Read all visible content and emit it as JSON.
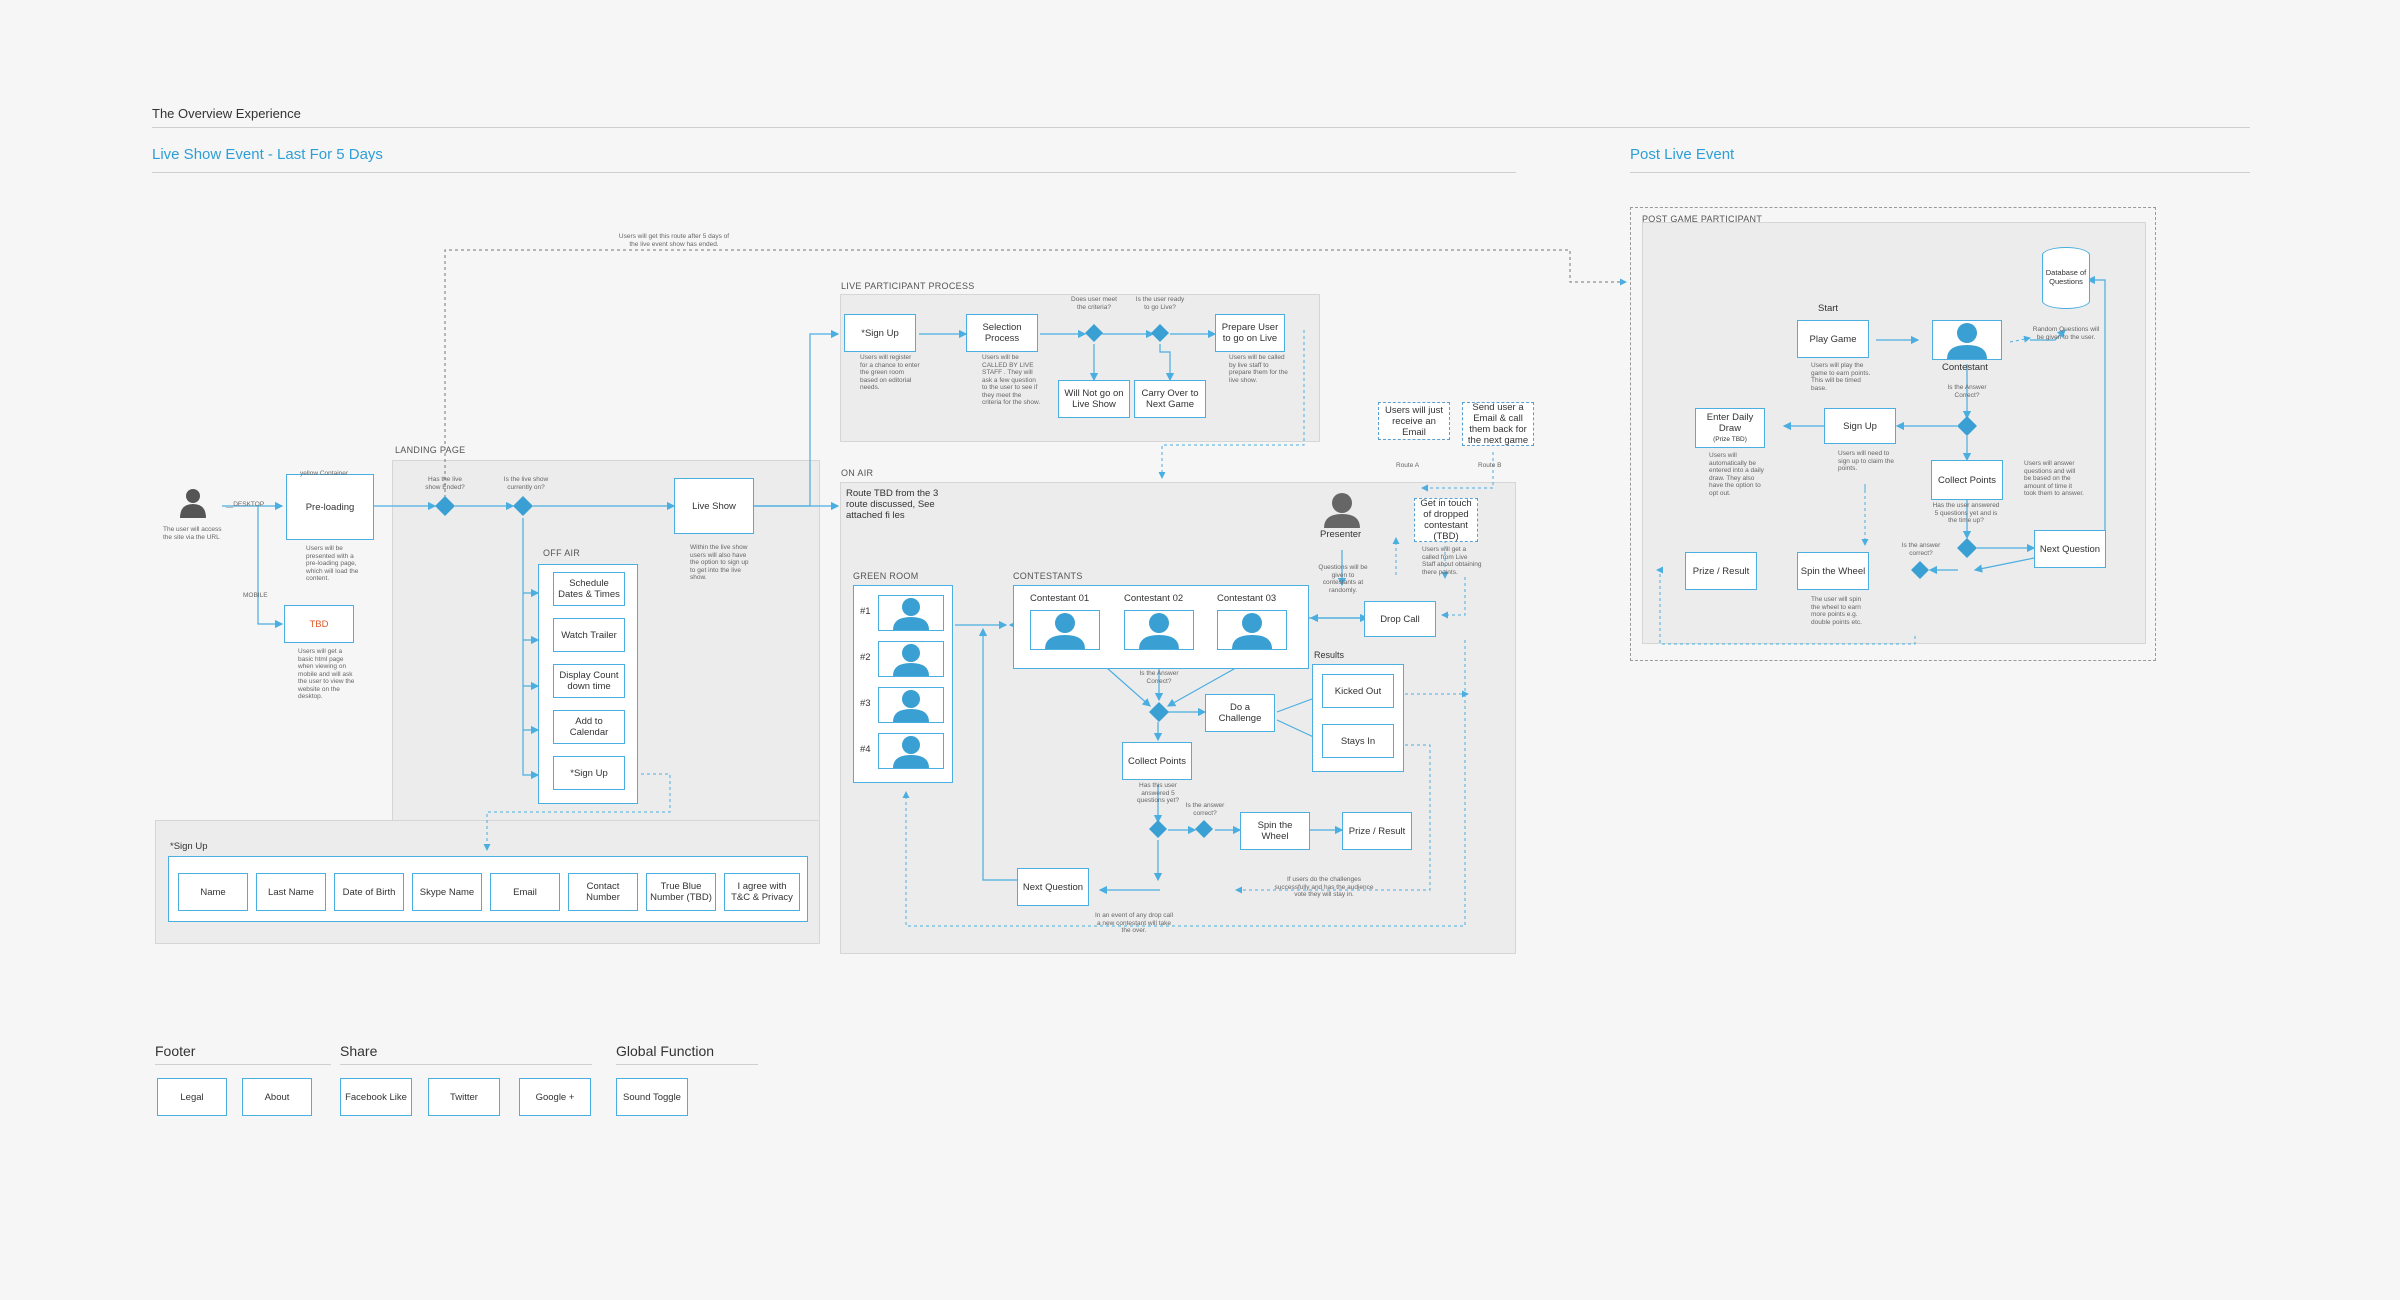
{
  "title": "The Overview Experience",
  "sections": {
    "live": "Live Show Event - Last For 5 Days",
    "post": "Post Live Event"
  },
  "panels": {
    "landing": "LANDING PAGE",
    "off_air": "OFF AIR",
    "live_participant": "LIVE PARTICIPANT PROCESS",
    "on_air": "ON AIR",
    "green_room": "GREEN ROOM",
    "contestants": "CONTESTANTS",
    "results": "Results",
    "signup": "*Sign Up",
    "post_game": "POST GAME PARTICIPANT"
  },
  "landing": {
    "route_note": "Users will get this route after 5 days of the live event show has ended.",
    "desktop": "__DESKTOP",
    "mobile": "MOBILE",
    "user_note": "The user will access the site via the URL",
    "preloading": "Pre-loading",
    "preloading_tag": "yellow Container",
    "preloading_note": "Users will be presented with a pre-loading page, which will load the content.",
    "tbd": "TBD",
    "tbd_note": "Users will get a basic html page when viewing on mobile and will ask the user to view the website on the desktop.",
    "q_ended": "Has the live show Ended?",
    "q_on": "Is the live show currently on?",
    "live_show": "Live Show",
    "live_show_note": "Within the live show users will also have the option to sign up to get into the live show.",
    "off_air": [
      "Schedule Dates & Times",
      "Watch Trailer",
      "Display Count down time",
      "Add to Calendar",
      "*Sign Up"
    ]
  },
  "signup_fields": [
    "Name",
    "Last Name",
    "Date of Birth",
    "Skype Name",
    "Email",
    "Contact Number",
    "True Blue Number (TBD)",
    "I agree with T&C & Privacy"
  ],
  "participant": {
    "signup": "*Sign Up",
    "signup_note": "Users will register for a chance to enter the green room based on editorial needs.",
    "selection": "Selection Process",
    "selection_note": "Users will be CALLED BY LIVE STAFF . They will ask a few question to the user to see if they meet the criteria for the show.",
    "q_criteria": "Does user meet the criteria?",
    "q_ready": "Is the user ready to go Live?",
    "prepare": "Prepare User to go on Live",
    "prepare_note": "Users will be called by live staff to prepare them for the live show.",
    "will_not": "Will Not go on Live Show",
    "carry": "Carry Over to Next Game"
  },
  "on_air": {
    "route_text": "Route TBD from the 3 route discussed, See attached fi les",
    "route_a": "Users will just receive an Email",
    "route_a_lbl": "Route A",
    "route_b": "Send user a Email & call them back for the next game",
    "route_b_lbl": "Route B",
    "get_in_touch": "Get in touch of dropped contestant (TBD)",
    "get_in_touch_note": "Users will get a called from Live Staff about obtaining there points.",
    "presenter": "Presenter",
    "presenter_note": "Questions will be given to contestants at randomly.",
    "drop_call": "Drop Call",
    "green_room": [
      "#1",
      "#2",
      "#3",
      "#4"
    ],
    "contestants": [
      "Contestant 01",
      "Contestant 02",
      "Contestant 03"
    ],
    "q_correct": "Is the Answer Correct?",
    "challenge": "Do a Challenge",
    "kicked": "Kicked Out",
    "stays": "Stays In",
    "collect": "Collect Points",
    "q_answered": "Has this user answered 5 questions yet?",
    "q_correct2": "Is the answer correct?",
    "spin": "Spin the Wheel",
    "prize": "Prize / Result",
    "next": "Next Question",
    "challenge_note": "If users do the challenges successfully and has the audience vote they will stay in.",
    "drop_note": "In an event of any drop call a new contestant will take the over."
  },
  "post": {
    "database": "Database of Questions",
    "db_note": "Random Questions will be given to the user.",
    "start": "Start",
    "play": "Play Game",
    "play_note": "Users will play the game to earn points. This will be timed base.",
    "contestant": "Contestant",
    "q_correct": "Is the Answer Correct?",
    "signup": "Sign Up",
    "signup_note": "Users will need to sign up to claim the points.",
    "daily": "Enter Daily Draw",
    "daily_sub": "(Prize TBD)",
    "daily_note": "Users will automatically be entered into a daily draw. They also have the option to opt out.",
    "collect": "Collect Points",
    "collect_note": "Users will answer questions and will be based on the amount of time it took them to answer.",
    "q_five": "Has the user answered 5 questions yet and is the time up?",
    "q_correct2": "Is the answer correct?",
    "next": "Next Question",
    "spin": "Spin the Wheel",
    "spin_note": "The user will spin the wheel to earn more points e.g. double points etc.",
    "prize": "Prize / Result"
  },
  "footer": {
    "footer": "Footer",
    "share": "Share",
    "global": "Global Function",
    "footer_items": [
      "Legal",
      "About"
    ],
    "share_items": [
      "Facebook Like",
      "Twitter",
      "Google +"
    ],
    "global_items": [
      "Sound Toggle"
    ]
  },
  "colors": {
    "accent": "#2e9fd6",
    "border": "#4aaee0",
    "diamond": "#3a9fd2"
  }
}
